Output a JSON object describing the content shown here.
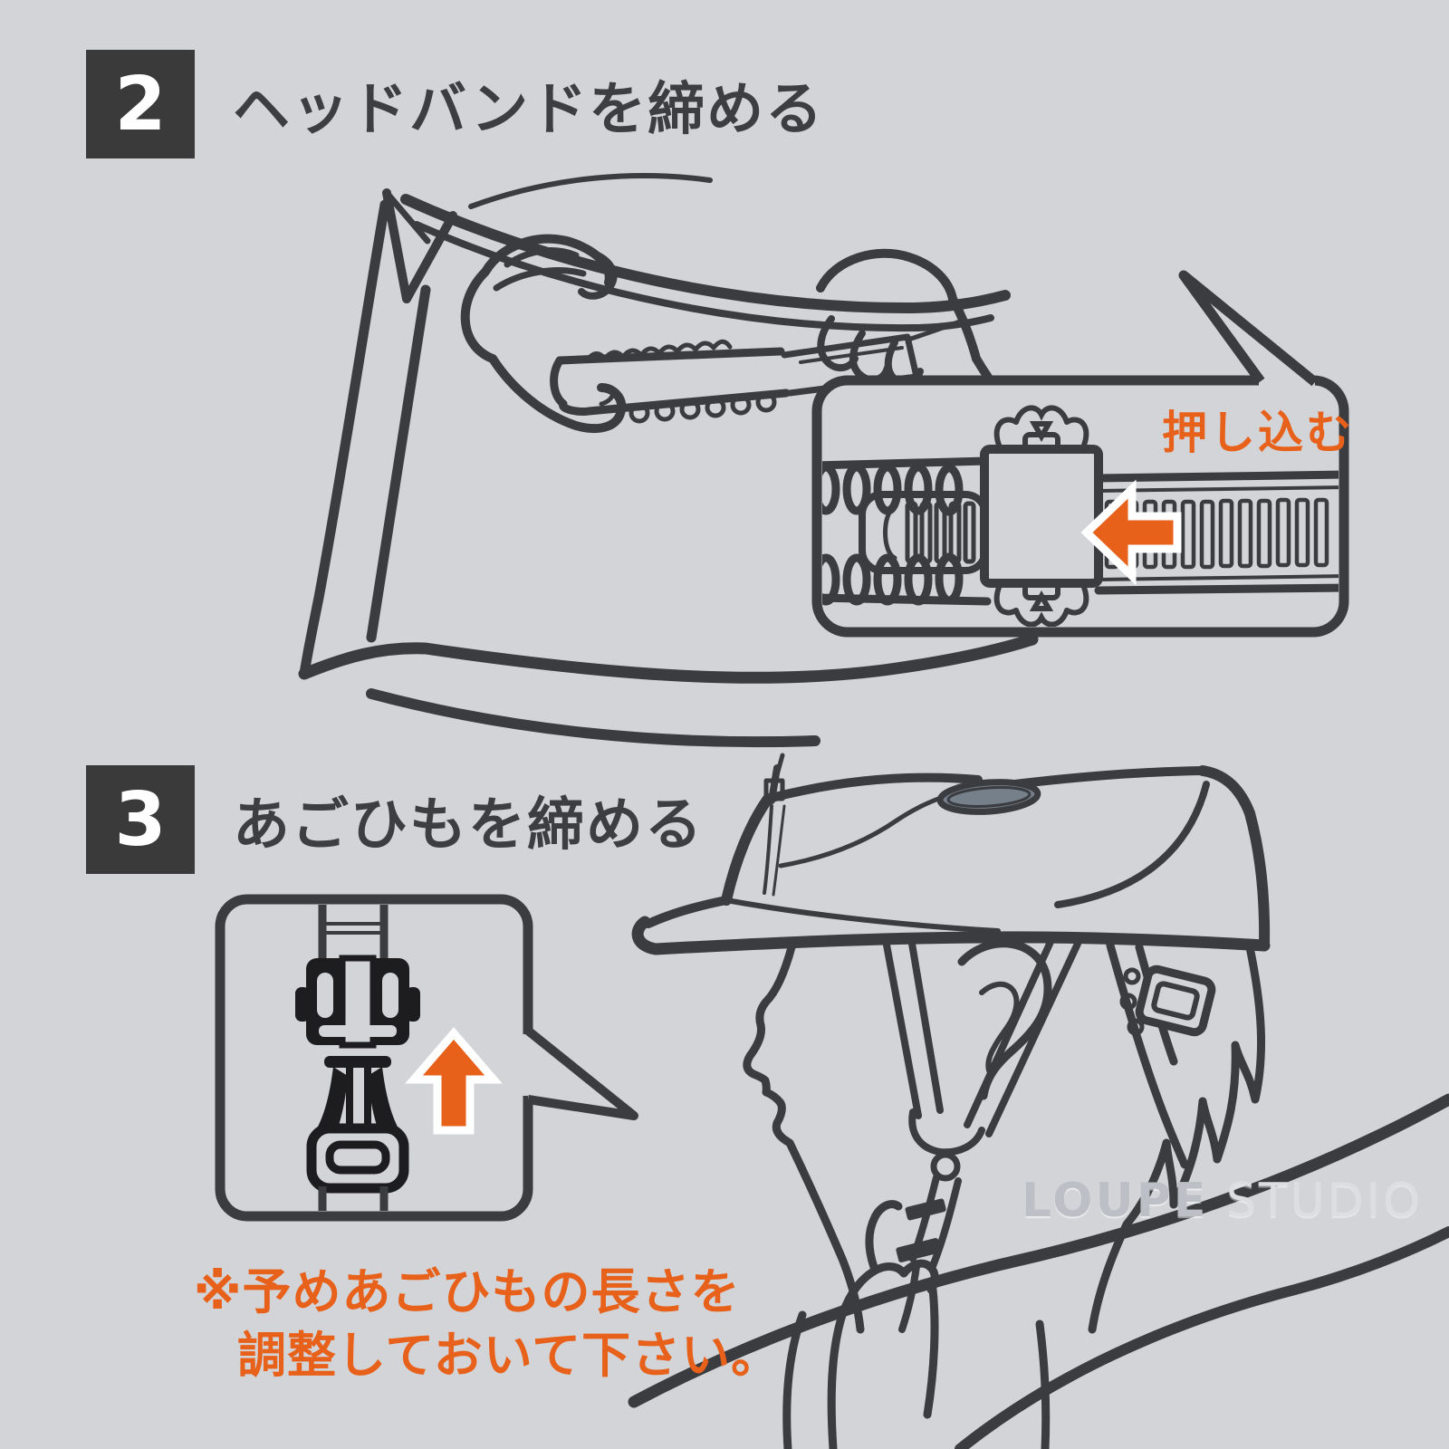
{
  "page": {
    "background_color": "#d3d4d8",
    "line_color": "#3b3c40",
    "accent_orange": "#e8611b",
    "badge_color": "#3a3a3a",
    "vent_gray": "#76808a"
  },
  "steps": [
    {
      "number": "2",
      "title": "ヘッドバンドを締める",
      "callout": {
        "label": "押し込む",
        "arrow_direction": "left"
      }
    },
    {
      "number": "3",
      "title": "あごひもを締める",
      "callout": {
        "arrow_direction": "up"
      },
      "note_line1": "※予めあごひもの長さを",
      "note_line2": "調整しておいて下さい。"
    }
  ],
  "watermark": {
    "part1": "LOUPE",
    "part2": " STUDIO"
  }
}
